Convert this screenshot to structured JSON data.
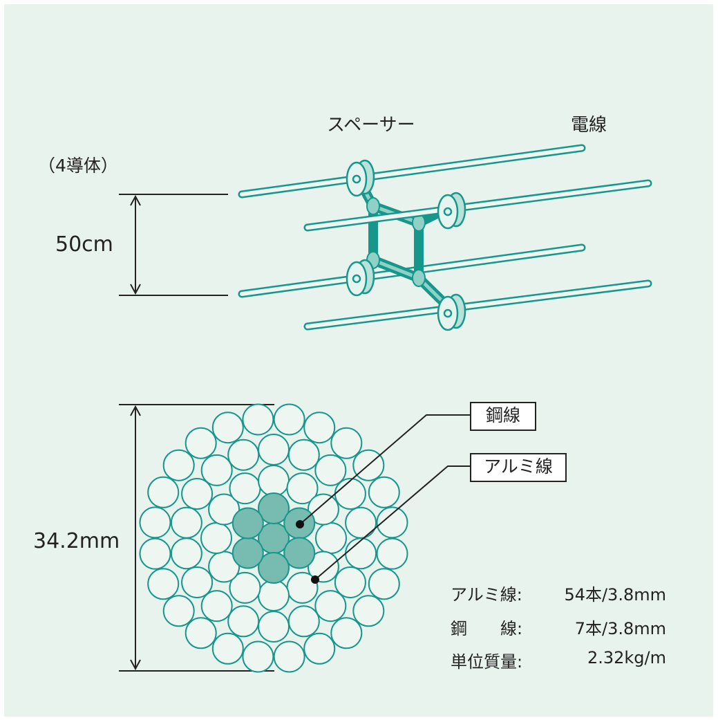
{
  "labels": {
    "spacer": "スペーサー",
    "wire": "電線",
    "conductor_count": "（4導体）",
    "spacing": "50cm",
    "diameter": "34.2mm",
    "steel_box": "鋼線",
    "alu_box": "アルミ線"
  },
  "specs": [
    {
      "label": "アルミ線:",
      "value": "54本/3.8mm"
    },
    {
      "label": "鋼　　線:",
      "value": "7本/3.8mm"
    },
    {
      "label": "単位質量:",
      "value": "2.32kg/m"
    }
  ],
  "colors": {
    "background": "#e9f3ee",
    "teal": "#17978b",
    "steel_fill": "#78bbb1",
    "wire_fill": "#eef6f2",
    "text": "#222222"
  }
}
